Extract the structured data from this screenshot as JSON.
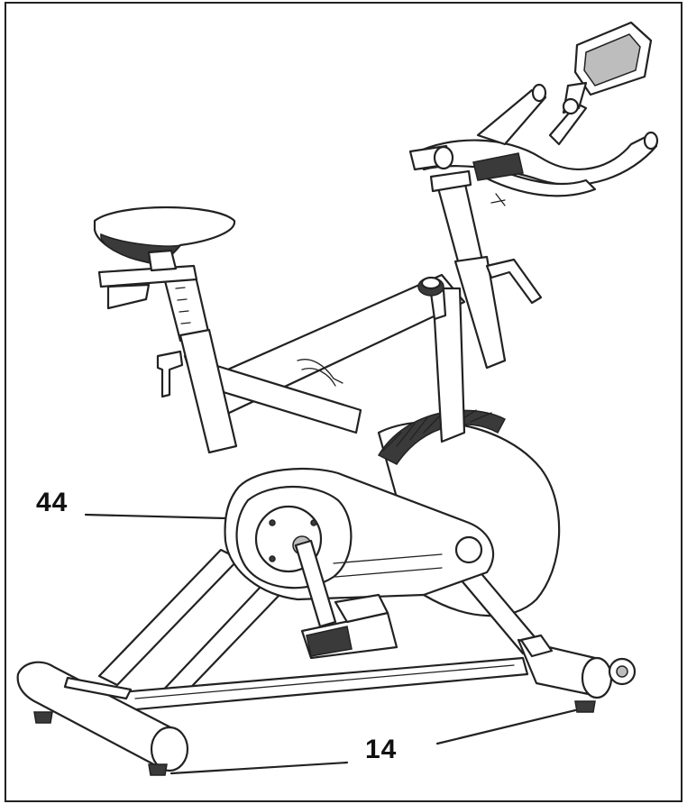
{
  "callouts": [
    {
      "id": "44",
      "label": "44"
    },
    {
      "id": "14",
      "label": "14"
    }
  ]
}
